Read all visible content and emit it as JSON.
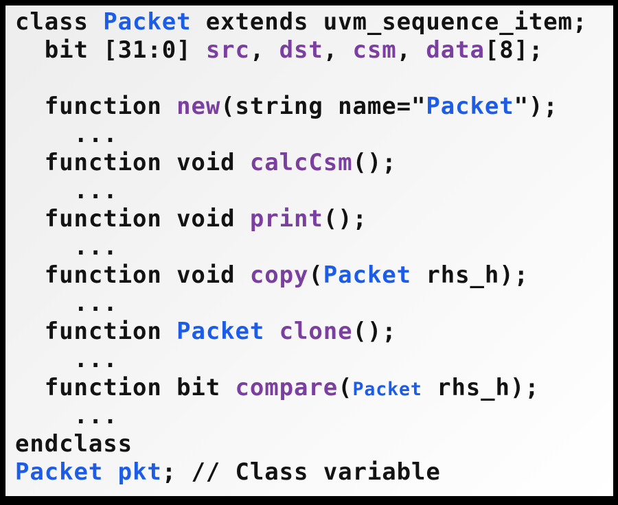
{
  "figure": {
    "kind": "code-listing",
    "language": "SystemVerilog",
    "description": "UVM Packet class declaration slide"
  },
  "colors": {
    "border": "#000000",
    "background_top": "#ededed",
    "background_bottom": "#ffffff",
    "text_default": "#131313",
    "type_blue": "#1d5ce4",
    "identifier_purple": "#7b3f9f"
  },
  "code": {
    "lines": [
      {
        "segments": [
          {
            "text": "class ",
            "color": "default"
          },
          {
            "text": "Packet",
            "color": "blue"
          },
          {
            "text": " extends uvm_sequence_item;",
            "color": "default"
          }
        ]
      },
      {
        "segments": [
          {
            "text": "  bit [31:0] ",
            "color": "default"
          },
          {
            "text": "src",
            "color": "purple"
          },
          {
            "text": ", ",
            "color": "default"
          },
          {
            "text": "dst",
            "color": "purple"
          },
          {
            "text": ", ",
            "color": "default"
          },
          {
            "text": "csm",
            "color": "purple"
          },
          {
            "text": ", ",
            "color": "default"
          },
          {
            "text": "data",
            "color": "purple"
          },
          {
            "text": "[8];",
            "color": "default"
          }
        ]
      },
      {
        "segments": []
      },
      {
        "segments": [
          {
            "text": "  function ",
            "color": "default"
          },
          {
            "text": "new",
            "color": "purple"
          },
          {
            "text": "(string name=\"",
            "color": "default"
          },
          {
            "text": "Packet",
            "color": "blue"
          },
          {
            "text": "\");",
            "color": "default"
          }
        ]
      },
      {
        "segments": [
          {
            "text": "    ...",
            "color": "default"
          }
        ]
      },
      {
        "segments": [
          {
            "text": "  function void ",
            "color": "default"
          },
          {
            "text": "calcCsm",
            "color": "purple"
          },
          {
            "text": "();",
            "color": "default"
          }
        ]
      },
      {
        "segments": [
          {
            "text": "    ...",
            "color": "default"
          }
        ]
      },
      {
        "segments": [
          {
            "text": "  function void ",
            "color": "default"
          },
          {
            "text": "print",
            "color": "purple"
          },
          {
            "text": "();",
            "color": "default"
          }
        ]
      },
      {
        "segments": [
          {
            "text": "    ...",
            "color": "default"
          }
        ]
      },
      {
        "segments": [
          {
            "text": "  function void ",
            "color": "default"
          },
          {
            "text": "copy",
            "color": "purple"
          },
          {
            "text": "(",
            "color": "default"
          },
          {
            "text": "Packet",
            "color": "blue"
          },
          {
            "text": " rhs_h);",
            "color": "default"
          }
        ]
      },
      {
        "segments": [
          {
            "text": "    ...",
            "color": "default"
          }
        ]
      },
      {
        "segments": [
          {
            "text": "  function ",
            "color": "default"
          },
          {
            "text": "Packet",
            "color": "blue"
          },
          {
            "text": " ",
            "color": "default"
          },
          {
            "text": "clone",
            "color": "purple"
          },
          {
            "text": "();",
            "color": "default"
          }
        ]
      },
      {
        "segments": [
          {
            "text": "    ...",
            "color": "default"
          }
        ]
      },
      {
        "segments": [
          {
            "text": "  function bit ",
            "color": "default"
          },
          {
            "text": "compare",
            "color": "purple"
          },
          {
            "text": "(",
            "color": "default"
          },
          {
            "text": "Packet",
            "color": "blue",
            "small": true
          },
          {
            "text": " rhs_h);",
            "color": "default"
          }
        ]
      },
      {
        "segments": [
          {
            "text": "    ...",
            "color": "default"
          }
        ]
      },
      {
        "segments": [
          {
            "text": "endclass",
            "color": "default"
          }
        ]
      },
      {
        "segments": [
          {
            "text": "Packet pkt",
            "color": "blue"
          },
          {
            "text": "; // Class variable",
            "color": "default"
          }
        ]
      }
    ]
  }
}
